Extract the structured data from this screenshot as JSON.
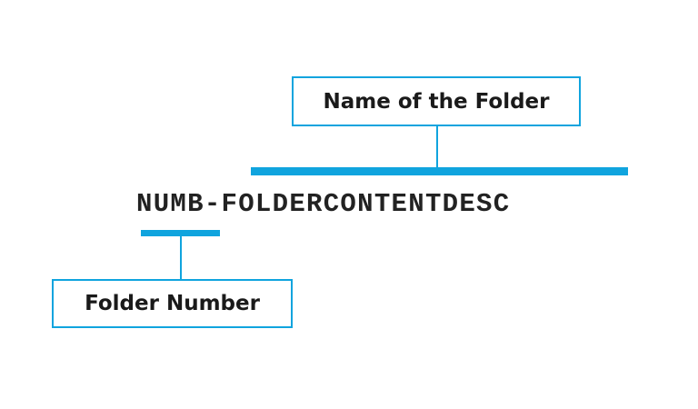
{
  "colors": {
    "accent": "#10a4de",
    "text": "#222222",
    "background": "#ffffff"
  },
  "diagram": {
    "code": {
      "number_part": "NUMB",
      "separator": "-",
      "name_part": "FOLDERCONTENTDESC"
    },
    "callouts": {
      "folder_name_label": "Name of the Folder",
      "folder_number_label": "Folder Number"
    }
  }
}
